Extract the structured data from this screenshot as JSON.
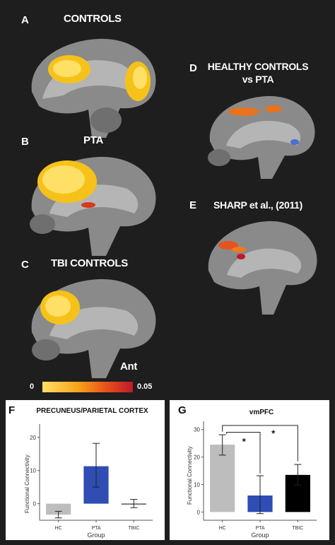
{
  "panels": {
    "A": {
      "letter": "A",
      "title": "CONTROLS"
    },
    "B": {
      "letter": "B",
      "title": "PTA"
    },
    "C": {
      "letter": "C",
      "title": "TBI CONTROLS"
    },
    "D": {
      "letter": "D",
      "title_line1": "HEALTHY CONTROLS",
      "title_line2": "vs PTA"
    },
    "E": {
      "letter": "E",
      "title": "SHARP et al., (2011)"
    }
  },
  "orientation_label": "Ant",
  "colorbar": {
    "min_label": "0",
    "max_label": "0.05",
    "colors": [
      "#ffe066",
      "#f7a21a",
      "#e8521c",
      "#c0182a"
    ]
  },
  "colors": {
    "hc": "#bdbdbd",
    "pta": "#2f4db3",
    "tbic": "#000000"
  },
  "chart_data": [
    {
      "panel": "F",
      "type": "bar",
      "title": "PRECUNEUS/PARIETAL CORTEX",
      "xlabel": "Group",
      "ylabel": "Functional Connectivity",
      "categories": [
        "HC",
        "PTA",
        "TBIC"
      ],
      "values": [
        -3.3,
        11.3,
        0.0
      ],
      "error_low": [
        -4.3,
        5.0,
        -1.2
      ],
      "error_high": [
        -2.3,
        18.2,
        1.3
      ],
      "ylim": [
        -5,
        24
      ],
      "yticks": [
        "0",
        "10",
        "20"
      ],
      "yticks_values": [
        0,
        10,
        20
      ]
    },
    {
      "panel": "G",
      "type": "bar",
      "title": "vmPFC",
      "xlabel": "Group",
      "ylabel": "Functional Connectivity",
      "categories": [
        "HC",
        "PTA",
        "TBIC"
      ],
      "values": [
        24.5,
        6.0,
        13.5
      ],
      "error_low": [
        20.7,
        -0.6,
        9.8
      ],
      "error_high": [
        28.1,
        13.2,
        17.3
      ],
      "ylim": [
        -3,
        33
      ],
      "yticks": [
        "0",
        "10",
        "20",
        "30"
      ],
      "yticks_values": [
        0,
        10,
        20,
        30
      ],
      "annotations": [
        "*",
        "*"
      ]
    }
  ]
}
